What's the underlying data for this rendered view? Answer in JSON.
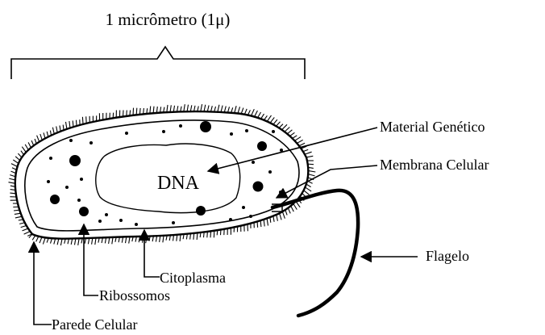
{
  "scale": {
    "label": "1 micrômetro (1μ)"
  },
  "cell": {
    "nucleoid_label": "DNA"
  },
  "labels": {
    "genetic_material": "Material Genético",
    "cell_membrane": "Membrana Celular",
    "flagellum": "Flagelo",
    "cytoplasm": "Citoplasma",
    "ribosomes": "Ribossomos",
    "cell_wall": "Parede Celular"
  },
  "colors": {
    "ink": "#000000",
    "background": "#ffffff"
  }
}
